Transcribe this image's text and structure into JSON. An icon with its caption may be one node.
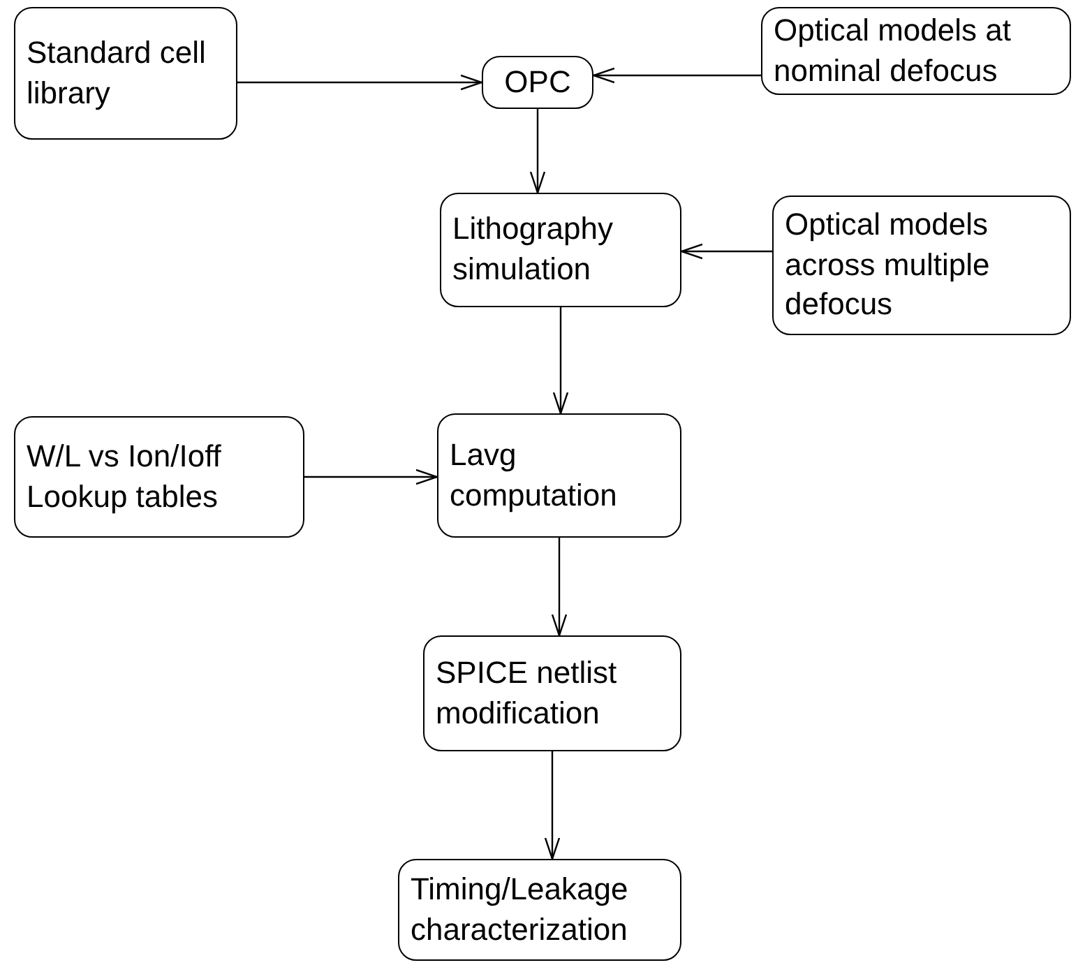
{
  "diagram": {
    "nodes": [
      {
        "text": [
          "Standard cell library"
        ]
      },
      {
        "text": [
          "OPC"
        ]
      },
      {
        "text": [
          "Optical models at nominal defocus"
        ]
      },
      {
        "text": [
          "Lithography simulation"
        ]
      },
      {
        "text": [
          "Optical models across multiple defocus"
        ]
      },
      {
        "text": [
          "W/L vs Ion/Ioff Lookup tables"
        ]
      },
      {
        "text": [
          "Lavg computation"
        ]
      },
      {
        "text": [
          "SPICE netlist modification"
        ]
      },
      {
        "text": [
          "Timing/Leakage characterization"
        ]
      }
    ],
    "edges": [
      {
        "from": 0,
        "to": 1,
        "arrow": "to"
      },
      {
        "from": 2,
        "to": 1,
        "arrow": "to"
      },
      {
        "from": 1,
        "to": 3,
        "arrow": "to"
      },
      {
        "from": 4,
        "to": 3,
        "arrow": "to"
      },
      {
        "from": 3,
        "to": 6,
        "arrow": "to"
      },
      {
        "from": 5,
        "to": 6,
        "arrow": "to"
      },
      {
        "from": 6,
        "to": 7,
        "arrow": "to"
      },
      {
        "from": 7,
        "to": 8,
        "arrow": "to"
      }
    ]
  }
}
